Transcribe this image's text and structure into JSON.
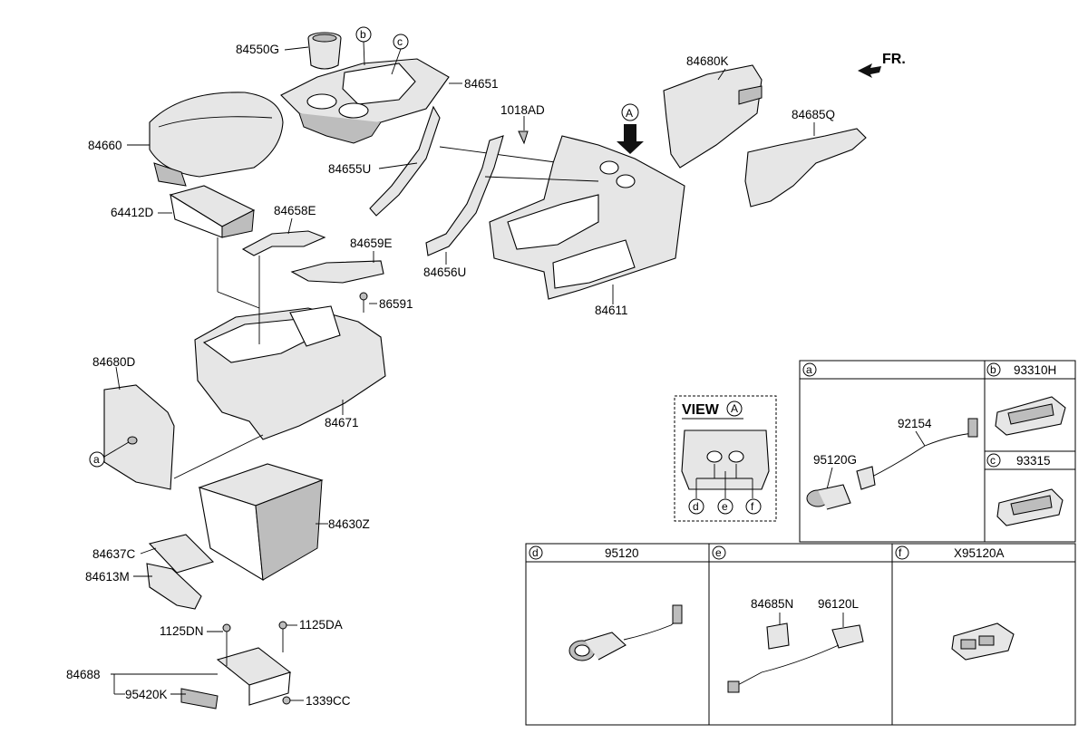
{
  "direction_label": "FR.",
  "view_label": "VIEW",
  "view_letter": "A",
  "arrow_letter": "A",
  "parts": {
    "p84550G": "84550G",
    "p84651": "84651",
    "p84660": "84660",
    "p84655U": "84655U",
    "p1018AD": "1018AD",
    "p64412D": "64412D",
    "p84658E": "84658E",
    "p84659E": "84659E",
    "p86591": "86591",
    "p84656U": "84656U",
    "p84611": "84611",
    "p84680K": "84680K",
    "p84685Q": "84685Q",
    "p84680D": "84680D",
    "p84671": "84671",
    "p84630Z": "84630Z",
    "p84637C": "84637C",
    "p84613M": "84613M",
    "p1125DN": "1125DN",
    "p1125DA": "1125DA",
    "p84688": "84688",
    "p95420K": "95420K",
    "p1339CC": "1339CC"
  },
  "callouts": {
    "a": "a",
    "b": "b",
    "c": "c",
    "d": "d",
    "e": "e",
    "f": "f"
  },
  "detail_panels": {
    "a": {
      "letter": "a",
      "parts": [
        "92154",
        "95120G"
      ]
    },
    "b": {
      "letter": "b",
      "part": "93310H"
    },
    "c": {
      "letter": "c",
      "part": "93315"
    },
    "d": {
      "letter": "d",
      "part": "95120"
    },
    "e": {
      "letter": "e",
      "parts": [
        "84685N",
        "96120L"
      ]
    },
    "f": {
      "letter": "f",
      "part": "X95120A"
    }
  }
}
